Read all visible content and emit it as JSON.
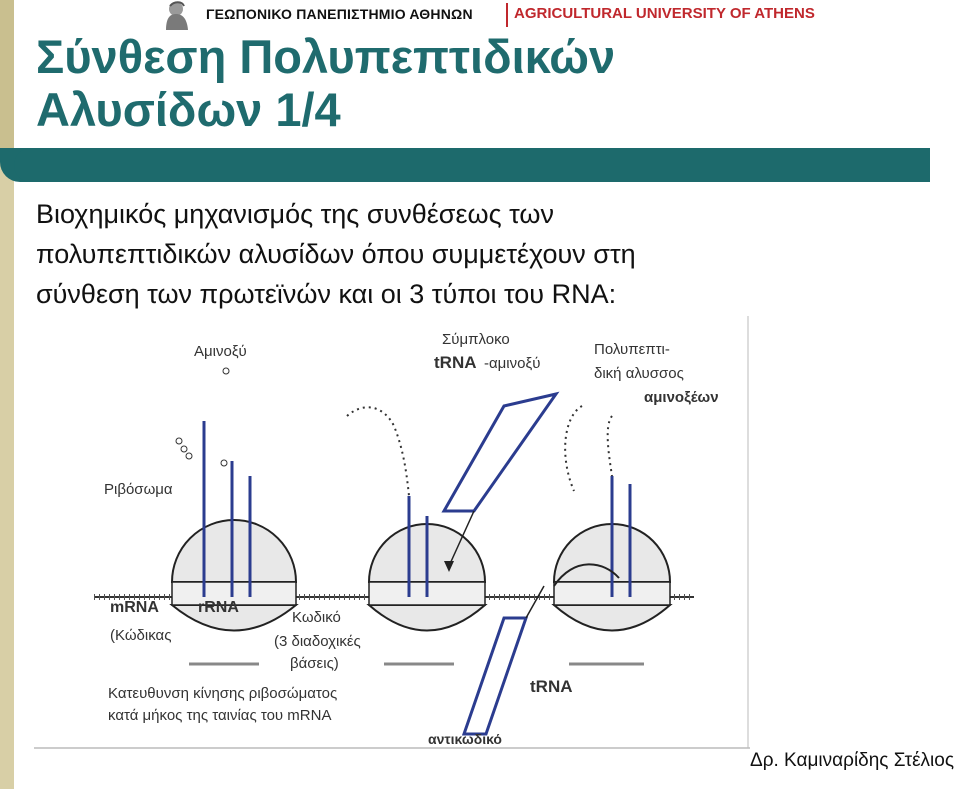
{
  "header": {
    "university_gr": "ΓΕΩΠΟΝΙΚΟ ΠΑΝΕΠΙΣΤΗΜΙΟ ΑΘΗΝΩΝ",
    "university_en": "AGRICULTURAL UNIVERSITY OF ATHENS"
  },
  "slide": {
    "title_line1": "Σύνθεση Πολυπεπτιδικών",
    "title_line2": "Αλυσίδων 1/4",
    "body_line1": "Βιοχημικός μηχανισμός της συνθέσεως των",
    "body_line2": "πολυπεπτιδικών αλυσίδων όπου συμμετέχουν στη",
    "body_line3": "σύνθεση των πρωτεϊνών  και οι 3 τύποι του RNA:"
  },
  "figure": {
    "aminoxy": "Αμινοξύ",
    "complex_l1": "Σύμπλοκο",
    "complex_trna": "tRNA",
    "complex_l2": "-αμινοξύ",
    "polypept_l1": "Πολυπεπτι-",
    "polypept_l2": "δική αλυσσος",
    "amino_acids": "αμινοξέων",
    "ribosome": "Ριβόσωμα",
    "mrna": "mRNA",
    "rrna": "rRNA",
    "mrna_sub": "(Κώδικας",
    "codon_l1": "Κωδικό",
    "codon_l2": "(3 διαδοχικές",
    "codon_l3": "βάσεις)",
    "movement_l1": "Κατευθυνση κίνησης ριβοσώματος",
    "movement_l2": "κατά μήκος της ταινίας του mRNA",
    "trna": "tRNA",
    "anticodon": "αντικωδικό",
    "colors": {
      "red": "#d9342b",
      "blue": "#2b3c8f"
    }
  },
  "footer": {
    "author": "Δρ. Καμιναρίδης Στέλιος"
  }
}
